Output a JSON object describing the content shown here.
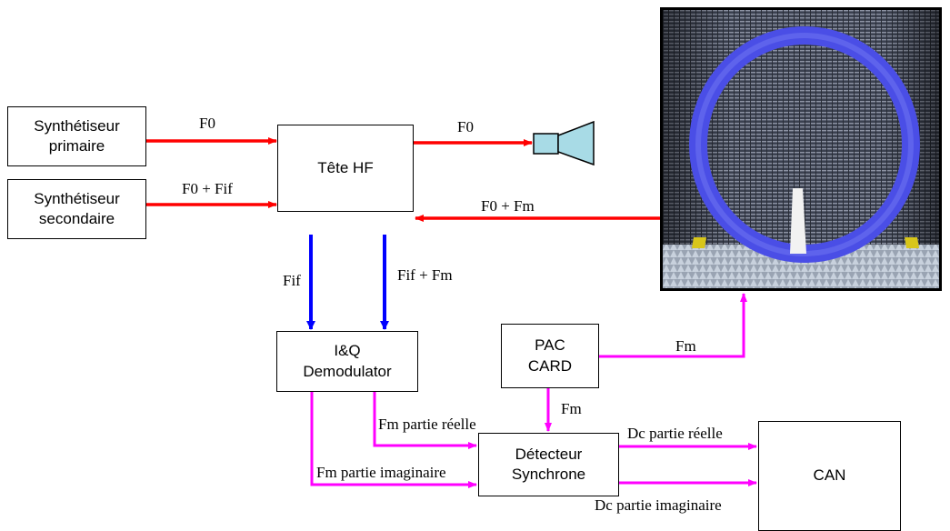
{
  "blocks": {
    "synth_primaire": [
      "Synthétiseur",
      "primaire"
    ],
    "synth_secondaire": [
      "Synthétiseur",
      "secondaire"
    ],
    "tete_hf": "Tête HF",
    "iq_demod": [
      "I&Q",
      "Demodulator"
    ],
    "pac_card": [
      "PAC",
      "CARD"
    ],
    "detecteur": [
      "Détecteur",
      "Synchrone"
    ],
    "can": "CAN"
  },
  "signals": {
    "f0_in": "F0",
    "f0_out": "F0",
    "f0_fif": "F0 + Fif",
    "f0_fm": "F0 + Fm",
    "fif": "Fif",
    "fif_fm": "Fif + Fm",
    "fm_pac": "Fm",
    "fm_down": "Fm",
    "fm_reelle": "Fm partie réelle",
    "fm_imag": "Fm partie imaginaire",
    "dc_reelle": "Dc partie réelle",
    "dc_imag": "Dc partie imaginaire"
  },
  "colors": {
    "rf": "#ff0000",
    "if": "#0000ff",
    "lf": "#ff00ff",
    "photo_ring": "#4a4ee6"
  }
}
